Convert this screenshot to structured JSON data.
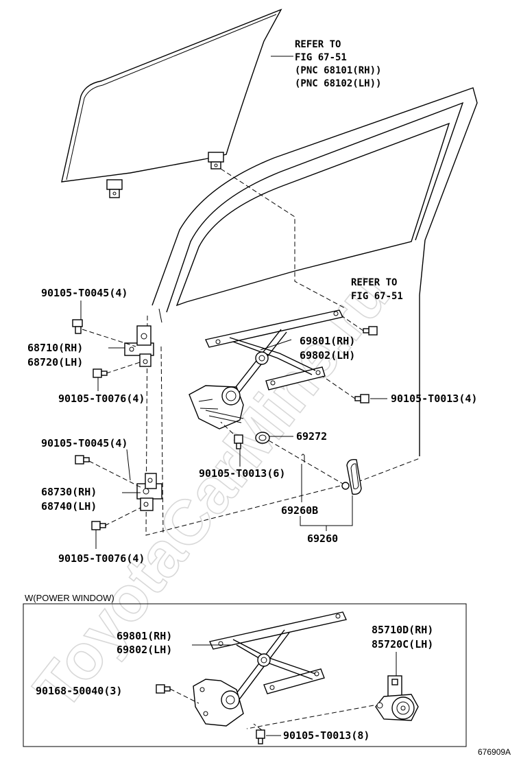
{
  "watermark": "ToyotaCarMine.ru",
  "figure_id": "676909A",
  "glass_note": {
    "lines": [
      "REFER TO",
      "FIG 67-51",
      "(PNC 68101(RH))",
      "(PNC 68102(LH))"
    ]
  },
  "regulator_note": {
    "lines": [
      "REFER TO",
      "FIG 67-51"
    ]
  },
  "callouts": {
    "bolt_upper_hinge": "90105-T0045(4)",
    "upper_hinge": [
      "68710(RH)",
      "68720(LH)"
    ],
    "bolt_upper_hinge_lower": "90105-T0076(4)",
    "bolt_lower_hinge": "90105-T0045(4)",
    "lower_hinge": [
      "68730(RH)",
      "68740(LH)"
    ],
    "bolt_lower_hinge_lower": "90105-T0076(4)",
    "regulator": [
      "69801(RH)",
      "69802(LH)"
    ],
    "bolt_regulator": "90105-T0013(4)",
    "washer": "69272",
    "bolt_regulator_lower": "90105-T0013(6)",
    "handle_part": "69260B",
    "handle": "69260"
  },
  "power_window": {
    "title": "W(POWER WINDOW)",
    "regulator": [
      "69801(RH)",
      "69802(LH)"
    ],
    "motor": [
      "85710D(RH)",
      "85720C(LH)"
    ],
    "screw": "90168-50040(3)",
    "bolt": "90105-T0013(8)"
  }
}
